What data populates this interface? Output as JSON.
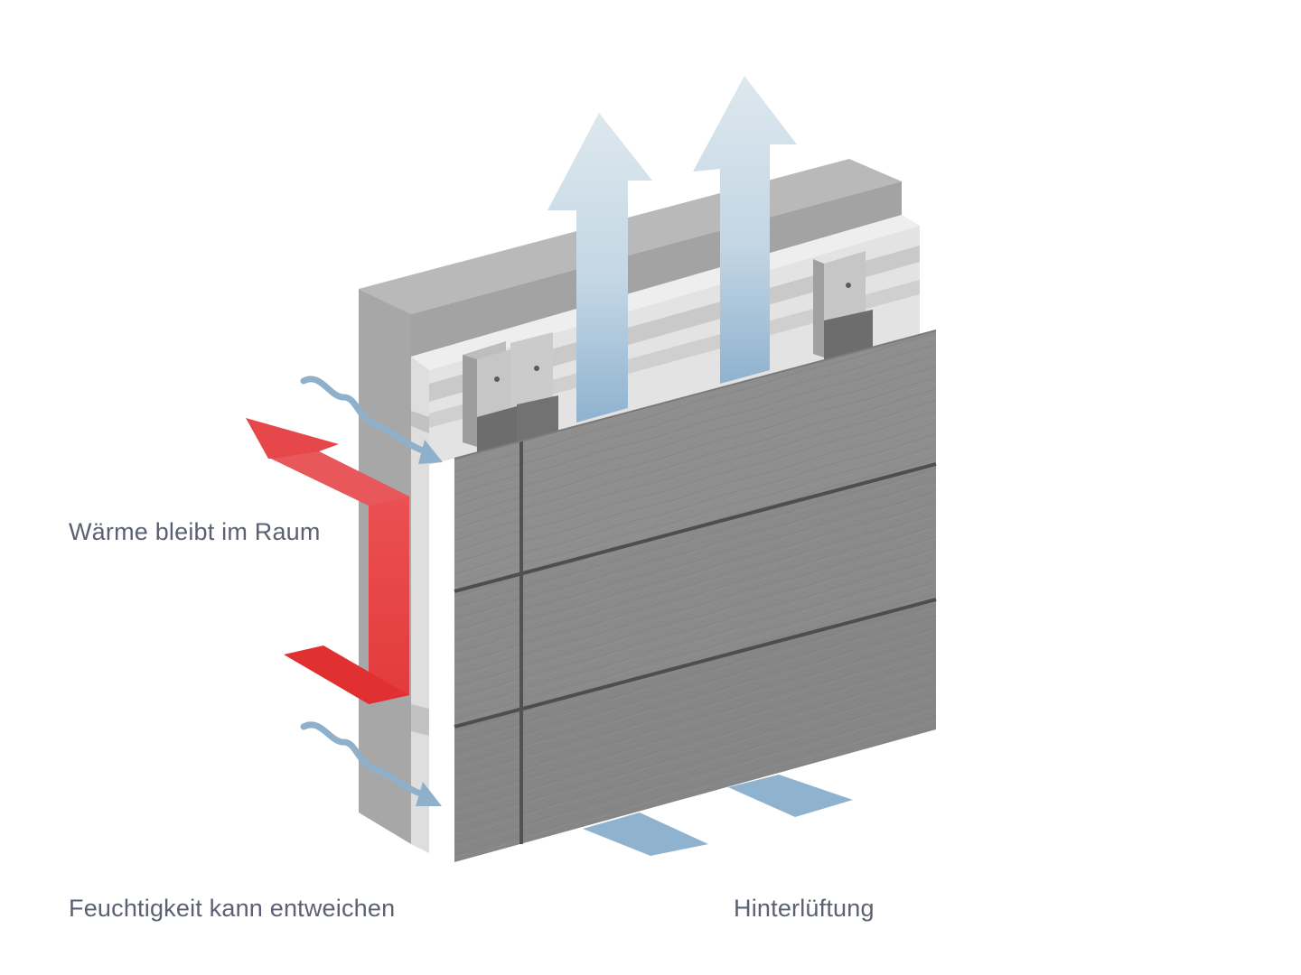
{
  "labels": {
    "warmth": "Wärme bleibt im Raum",
    "moisture": "Feuchtigkeit kann entweichen",
    "ventilation": "Hinterlüftung"
  },
  "colors": {
    "background": "#ffffff",
    "text": "#5b6173",
    "warmth_arrow": "#e83c3e",
    "airflow_light": "#d6e3ea",
    "airflow_dark": "#8fb0cb",
    "masonry": "#a8a8a8",
    "insulation": "#e6e6e6",
    "cladding": "#8a8a8a"
  },
  "icons": {
    "warmth": "red-bent-arrow-icon",
    "moisture": "wavy-blue-arrow-icon",
    "ventilation": "upward-air-arrow-icon"
  }
}
